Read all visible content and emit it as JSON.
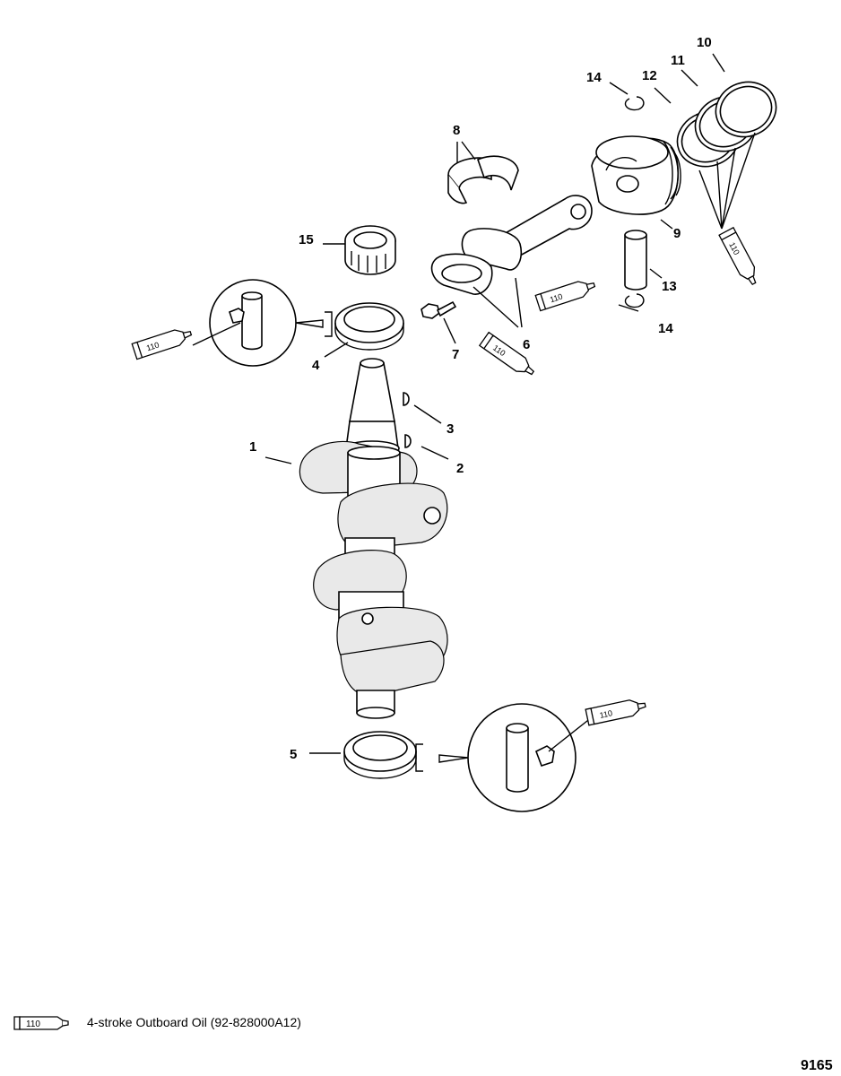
{
  "callouts": [
    "1",
    "2",
    "3",
    "4",
    "5",
    "6",
    "7",
    "8",
    "9",
    "10",
    "11",
    "12",
    "13",
    "14",
    "14",
    "15"
  ],
  "tube_code": "110",
  "legend": {
    "code": "110",
    "text": "4-stroke Outboard Oil (92-828000A12)"
  },
  "figure_number": "9165"
}
